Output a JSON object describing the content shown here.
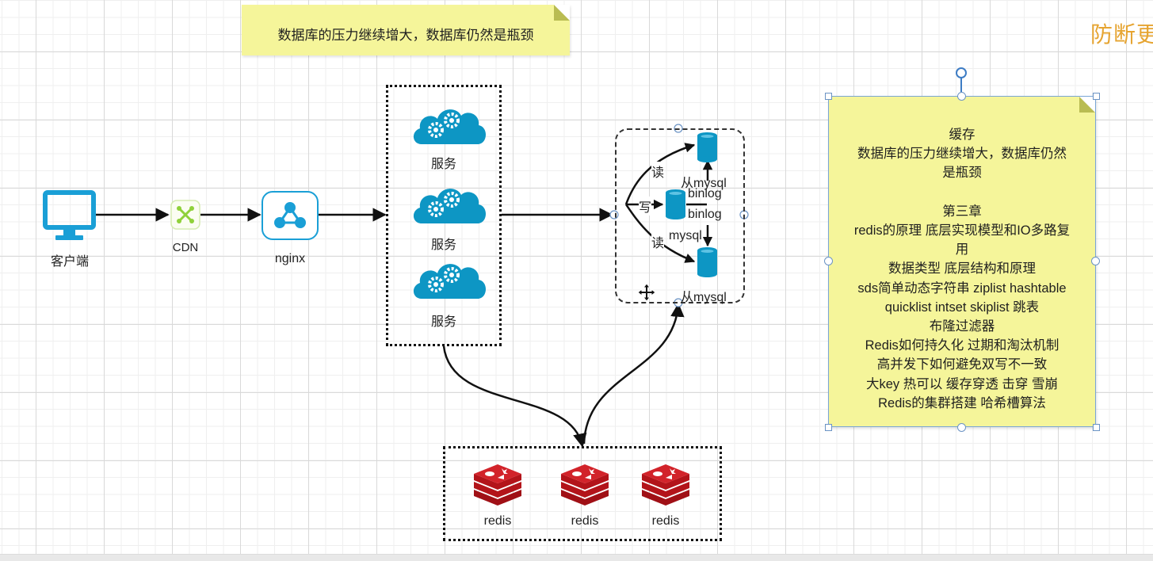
{
  "watermark": "防断更",
  "top_note": {
    "text": "数据库的压力继续增大，数据库仍然是瓶颈"
  },
  "right_note": {
    "lines": [
      "缓存",
      "数据库的压力继续增大，数据库仍然",
      "是瓶颈",
      "",
      "第三章",
      "redis的原理 底层实现模型和IO多路复",
      "用",
      "数据类型 底层结构和原理",
      "sds简单动态字符串 ziplist hashtable",
      "quicklist intset skiplist 跳表",
      "布隆过滤器",
      "Redis如何持久化 过期和淘汰机制",
      "高并发下如何避免双写不一致",
      "大key 热可以 缓存穿透 击穿 雪崩",
      "Redis的集群搭建 哈希槽算法"
    ]
  },
  "nodes": {
    "client": {
      "label": "客户端",
      "icon": "monitor-icon",
      "color": "#1a9fd6"
    },
    "cdn": {
      "label": "CDN",
      "icon": "cdn-network-icon",
      "color": "#8fd13a"
    },
    "nginx": {
      "label": "nginx",
      "icon": "nginx-share-icon",
      "color": "#1a9fd6"
    },
    "services": [
      {
        "label": "服务",
        "icon": "cloud-gears-icon"
      },
      {
        "label": "服务",
        "icon": "cloud-gears-icon"
      },
      {
        "label": "服务",
        "icon": "cloud-gears-icon"
      }
    ],
    "service_color": "#0d96c4",
    "db_group": {
      "read_label_top": "读",
      "write_label": "写",
      "read_label_bottom": "读",
      "slave_top_label": "从mysql",
      "binlog_top": "binlog",
      "binlog_bottom": "binlog",
      "master_label": "mysql",
      "slave_bottom_label": "从mysql",
      "db_color": "#0d96c4"
    },
    "redis": [
      {
        "label": "redis"
      },
      {
        "label": "redis"
      },
      {
        "label": "redis"
      }
    ],
    "redis_color": "#c4161c"
  }
}
